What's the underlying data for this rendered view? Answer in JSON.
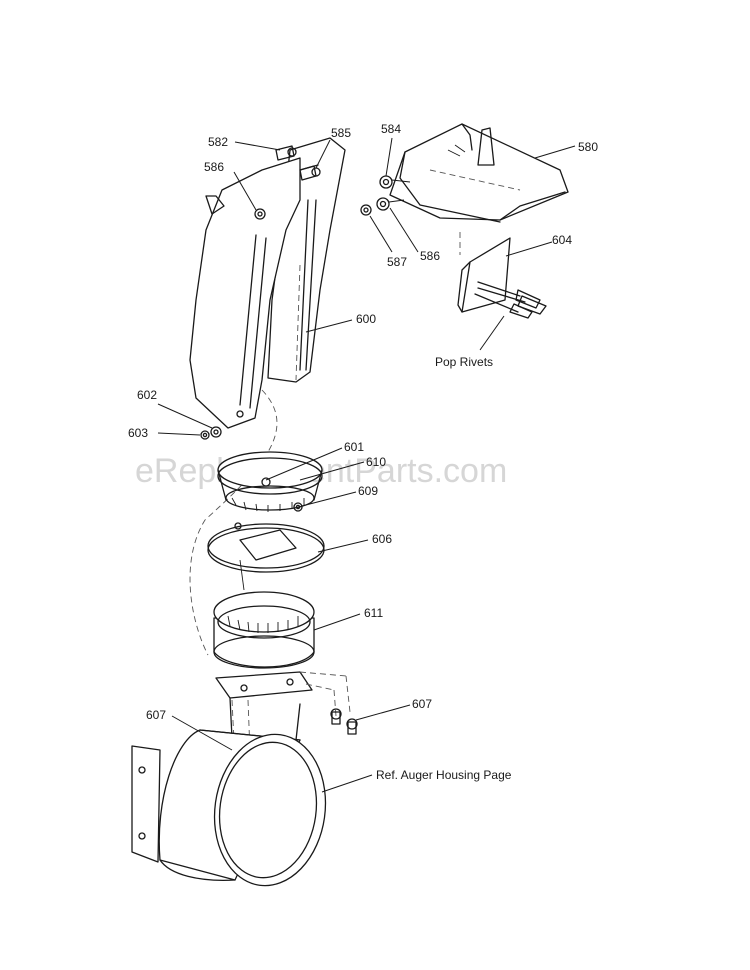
{
  "watermark": "eReplacementParts.com",
  "callouts": {
    "c580": "580",
    "c582": "582",
    "c584": "584",
    "c585": "585",
    "c586a": "586",
    "c586b": "586",
    "c587": "587",
    "c600": "600",
    "c601": "601",
    "c602": "602",
    "c603": "603",
    "c604": "604",
    "c606": "606",
    "c607a": "607",
    "c607b": "607",
    "c609": "609",
    "c610": "610",
    "c611": "611"
  },
  "notes": {
    "pop_rivets": "Pop Rivets",
    "ref_auger": "Ref. Auger Housing Page"
  }
}
